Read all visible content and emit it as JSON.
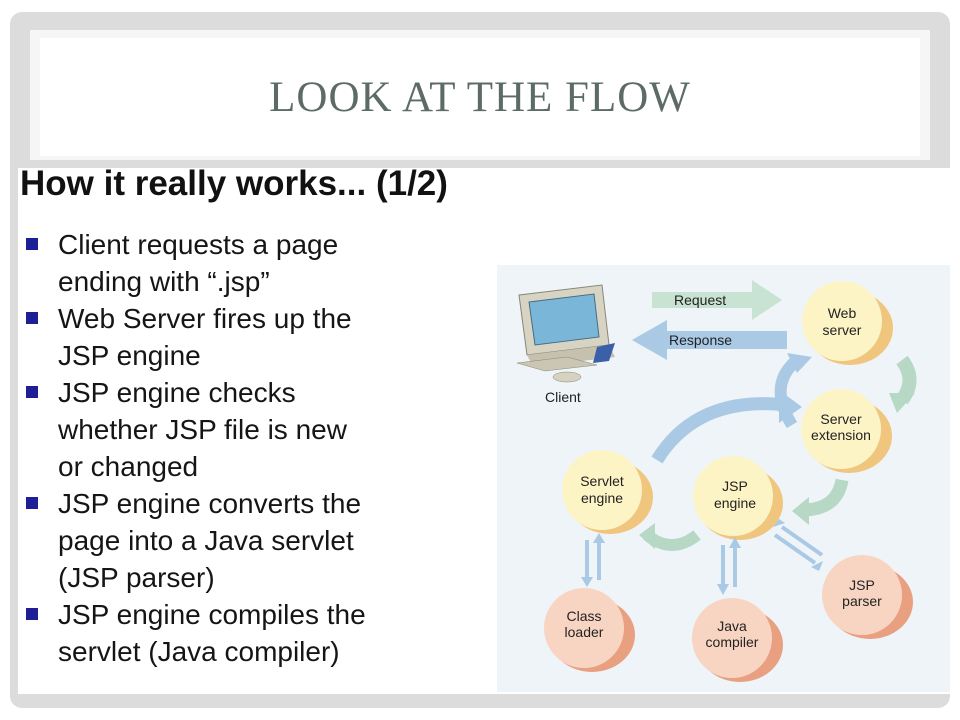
{
  "slide": {
    "title": "LOOK AT THE FLOW",
    "heading": "How it really works... (1/2)",
    "bullets": [
      [
        "Client requests a page",
        "ending with “.jsp”"
      ],
      [
        "Web Server fires up the",
        "JSP engine"
      ],
      [
        "JSP engine checks",
        "whether JSP file is new",
        "or changed"
      ],
      [
        "JSP engine  converts the",
        "page into a Java servlet",
        "(JSP parser)"
      ],
      [
        "JSP engine compiles the",
        "servlet (Java compiler)"
      ]
    ]
  },
  "diagram": {
    "request_label": "Request",
    "response_label": "Response",
    "client_label": "Client",
    "nodes": {
      "web_server": [
        "Web",
        "server"
      ],
      "server_extension": [
        "Server",
        "extension"
      ],
      "servlet_engine": [
        "Servlet",
        "engine"
      ],
      "jsp_engine": [
        "JSP",
        "engine"
      ],
      "jsp_parser": [
        "JSP",
        "parser"
      ],
      "class_loader": [
        "Class",
        "loader"
      ],
      "java_compiler": [
        "Java",
        "compiler"
      ]
    },
    "colors": {
      "yellow_node": "#fdf4c6",
      "peach_node": "#f8d5c3",
      "arrow_green": "#b7d8c4",
      "arrow_blue": "#a9c9e4"
    }
  }
}
